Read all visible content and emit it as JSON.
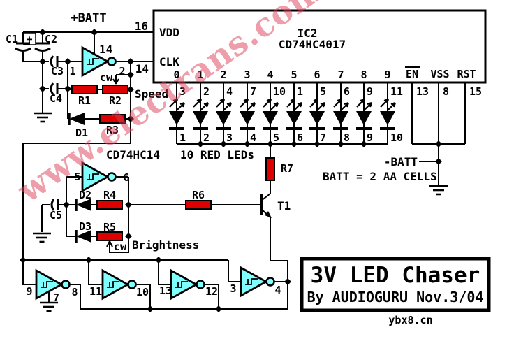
{
  "watermark": "www.electrans.com",
  "footer": "ybx8.cn",
  "power": {
    "pos_label": "+BATT",
    "neg_label": "-BATT",
    "battery_note": "BATT = 2 AA CELLS"
  },
  "ic2": {
    "designator": "IC2",
    "part": "CD74HC4017",
    "pins": {
      "vdd": {
        "label": "VDD",
        "pin": "16"
      },
      "clk": {
        "label": "CLK",
        "pin": "14"
      },
      "en": {
        "label": "EN",
        "pin": "13"
      },
      "vss": {
        "label": "VSS",
        "pin": "8"
      },
      "rst": {
        "label": "RST",
        "pin": "15"
      }
    },
    "outputs": [
      {
        "label": "0",
        "pin": "3"
      },
      {
        "label": "1",
        "pin": "2"
      },
      {
        "label": "2",
        "pin": "4"
      },
      {
        "label": "3",
        "pin": "7"
      },
      {
        "label": "4",
        "pin": "10"
      },
      {
        "label": "5",
        "pin": "1"
      },
      {
        "label": "6",
        "pin": "5"
      },
      {
        "label": "7",
        "pin": "6"
      },
      {
        "label": "8",
        "pin": "9"
      },
      {
        "label": "9",
        "pin": "11"
      }
    ]
  },
  "hex14": {
    "part": "CD74HC14",
    "oscillator": {
      "input_pin": "1",
      "output_pin": "2",
      "vcc_pin": "14"
    },
    "pwm": {
      "input_pin": "5",
      "output_pin": "6"
    },
    "buffers": [
      {
        "input_pin": "9",
        "output_pin": "8",
        "gnd_pin": "7"
      },
      {
        "input_pin": "11",
        "output_pin": "10"
      },
      {
        "input_pin": "13",
        "output_pin": "12"
      },
      {
        "input_pin": "3",
        "output_pin": "4"
      }
    ]
  },
  "components": {
    "c1": "C1",
    "c1_polarity": "+",
    "c2": "C2",
    "c3": "C3",
    "c4": "C4",
    "c5": "C5",
    "r1": "R1",
    "r2": "R2",
    "r3": "R3",
    "r4": "R4",
    "r5": "R5",
    "r6": "R6",
    "r7": "R7",
    "d1": "D1",
    "d2": "D2",
    "d3": "D3",
    "t1": "T1"
  },
  "controls": {
    "speed": "Speed",
    "brightness": "Brightness",
    "cw": "cw"
  },
  "leds": {
    "caption": "10 RED LEDs",
    "numbers": [
      "1",
      "2",
      "3",
      "4",
      "5",
      "6",
      "7",
      "8",
      "9",
      "10"
    ]
  },
  "title_box": {
    "title": "3V LED Chaser",
    "byline": "By AUDIOGURU Nov.3/04"
  },
  "colors": {
    "resistor_fill": "#dd0000",
    "gate_fill": "#80ffff",
    "watermark": "#de3e55",
    "wire": "#000000",
    "background": "#ffffff"
  }
}
